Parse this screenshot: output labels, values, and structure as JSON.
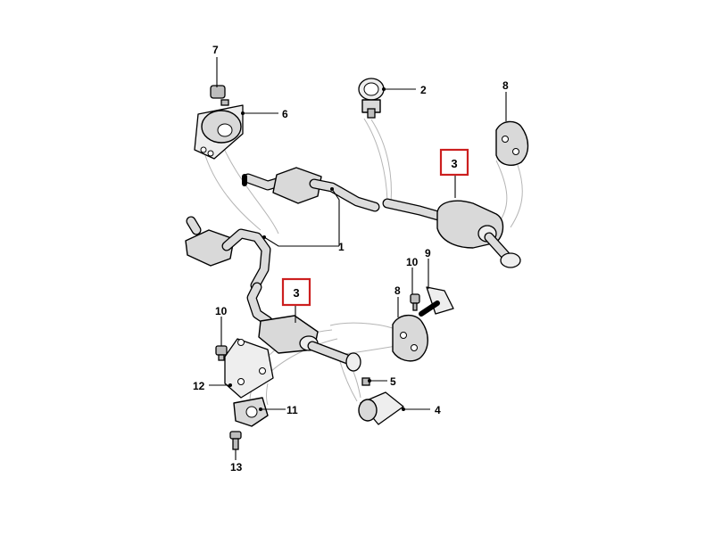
{
  "callouts": {
    "c1": "1",
    "c2": "2",
    "c3a": "3",
    "c3b": "3",
    "c4": "4",
    "c5": "5",
    "c6": "6",
    "c7": "7",
    "c8a": "8",
    "c8b": "8",
    "c9": "9",
    "c10a": "10",
    "c10b": "10",
    "c11": "11",
    "c12": "12",
    "c13": "13"
  },
  "highlight_color": "#cc1f1f"
}
